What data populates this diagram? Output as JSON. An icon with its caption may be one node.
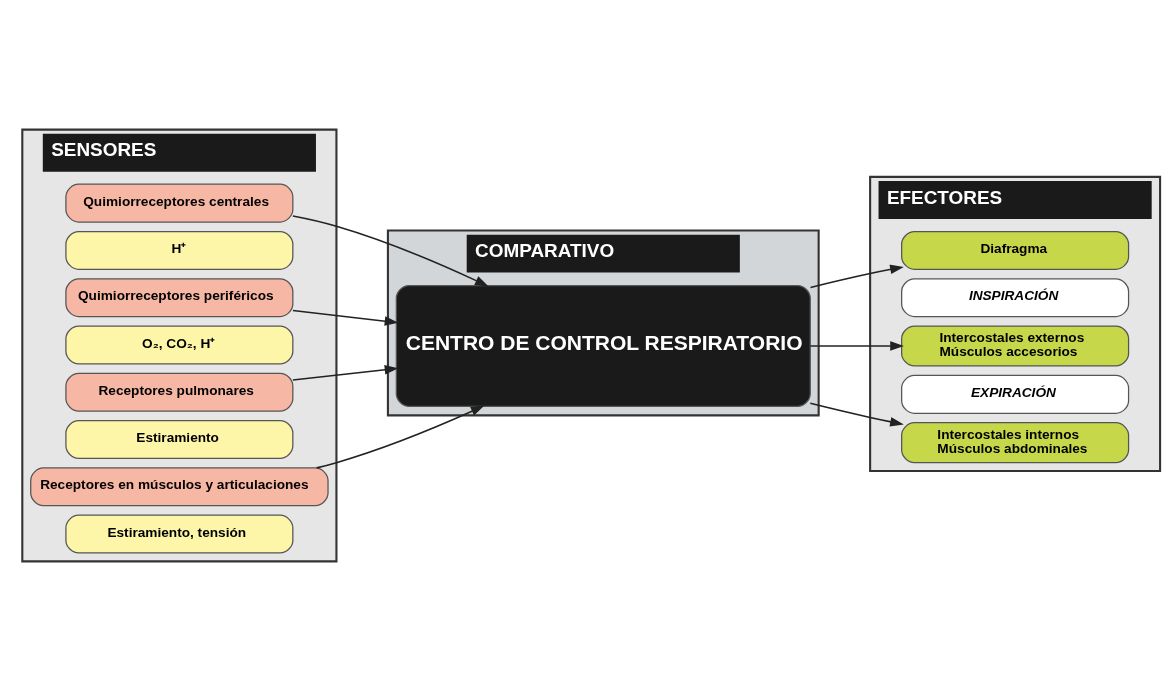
{
  "diagram": {
    "nodes": [
      {
        "text": [
          "SENSORES"
        ]
      },
      {
        "text": [
          "COMPARATIVO"
        ]
      },
      {
        "text": [
          "EFECTORES"
        ]
      },
      {
        "text": [
          "Quimiorreceptores centrales"
        ],
        "in": 0
      },
      {
        "text": [
          "H⁺"
        ],
        "in": 0
      },
      {
        "text": [
          "Quimiorreceptores periféricos"
        ],
        "in": 0
      },
      {
        "text": [
          "O₂, CO₂, H⁺"
        ],
        "in": 0
      },
      {
        "text": [
          "Receptores pulmonares"
        ],
        "in": 0
      },
      {
        "text": [
          "Estiramiento"
        ],
        "in": 0
      },
      {
        "text": [
          "Receptores en músculos y articulaciones"
        ],
        "in": 0
      },
      {
        "text": [
          "Estiramiento, tensión"
        ],
        "in": 0
      },
      {
        "text": [
          "CENTRO DE CONTROL RESPIRATORIO"
        ],
        "in": 1
      },
      {
        "text": [
          "Diafragma"
        ],
        "in": 2
      },
      {
        "text": [
          "INSPIRACIÓN"
        ],
        "in": 2
      },
      {
        "text": [
          "Intercostales externos",
          "Músculos accesorios"
        ],
        "in": 2
      },
      {
        "text": [
          "EXPIRACIÓN"
        ],
        "in": 2
      },
      {
        "text": [
          "Intercostales internos",
          "Músculos abdominales"
        ],
        "in": 2
      }
    ],
    "edges": [
      {
        "from": 3,
        "to": 11,
        "arrow": "to"
      },
      {
        "from": 5,
        "to": 11,
        "arrow": "to"
      },
      {
        "from": 7,
        "to": 11,
        "arrow": "to"
      },
      {
        "from": 9,
        "to": 11,
        "arrow": "to"
      },
      {
        "from": 11,
        "to": 12,
        "arrow": "to"
      },
      {
        "from": 11,
        "to": 14,
        "arrow": "to"
      },
      {
        "from": 11,
        "to": 16,
        "arrow": "to"
      }
    ]
  }
}
